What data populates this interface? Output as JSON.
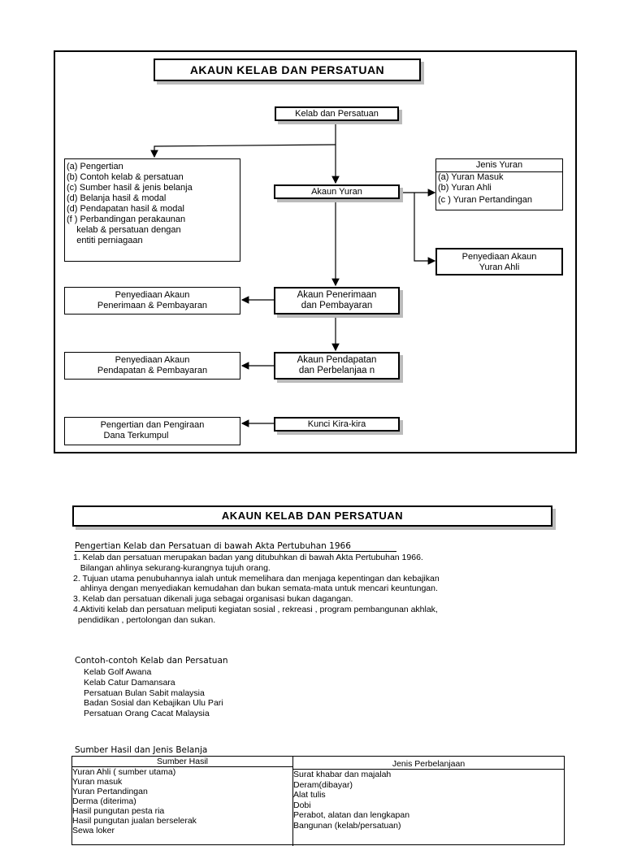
{
  "flowchart": {
    "title": "AKAUN KELAB DAN PERSATUAN",
    "kelab_dan_persatuan": "Kelab dan Persatuan",
    "topics": [
      "(a) Pengertian",
      "(b) Contoh kelab & persatuan",
      "(c) Sumber hasil & jenis belanja",
      "(d) Belanja hasil & modal",
      "(d) Pendapatan hasil & modal",
      "(f ) Perbandingan perakaunan",
      "    kelab & persatuan dengan",
      "    entiti perniagaan"
    ],
    "akaun_yuran": "Akaun Yuran",
    "jenis_yuran_header": "Jenis Yuran",
    "jenis_yuran_items": [
      "(a) Yuran Masuk",
      "(b) Yuran Ahli",
      "(c ) Yuran Pertandingan"
    ],
    "penyediaan_yuran_ahli": [
      "Penyediaan Akaun",
      "Yuran Ahli"
    ],
    "akaun_penerimaan": [
      "Akaun Penerimaan",
      "dan Pembayaran"
    ],
    "penyediaan_penerimaan": [
      "Penyediaan Akaun",
      "Penerimaan & Pembayaran"
    ],
    "akaun_pendapatan": [
      "Akaun Pendapatan",
      "dan Perbelanjaa n"
    ],
    "penyediaan_pendapatan": [
      "Penyediaan Akaun",
      "Pendapatan & Pembayaran"
    ],
    "kunci_kira_kira": "Kunci Kira-kira",
    "pengertian_dana": [
      "Pengertian dan Pengiraan",
      "Dana Terkumpul"
    ]
  },
  "page2": {
    "title": "AKAUN KELAB DAN PERSATUAN",
    "definition_heading": "Pengertian Kelab dan Persatuan di bawah Akta Pertubuhan 1966",
    "definition_lines": [
      "1. Kelab dan persatuan merupakan badan yang ditubuhkan di bawah Akta Pertubuhan 1966.",
      "   Bilangan ahlinya sekurang-kurangnya tujuh orang.",
      "2. Tujuan utama penubuhannya ialah untuk memelihara dan menjaga kepentingan dan kebajikan",
      "   ahlinya dengan menyediakan kemudahan dan bukan semata-mata untuk mencari keuntungan.",
      "3. Kelab dan persatuan dikenali juga sebagai organisasi bukan dagangan.",
      "4.Aktiviti kelab dan persatuan meliputi kegiatan sosial , rekreasi , program pembangunan akhlak,",
      "  pendidikan , pertolongan dan sukan."
    ],
    "examples_heading": "Contoh-contoh Kelab dan Persatuan",
    "examples": [
      "Kelab Golf Awana",
      "Kelab Catur Damansara",
      "Persatuan Bulan Sabit malaysia",
      "Badan Sosial dan Kebajikan Ulu Pari",
      "Persatuan Orang Cacat Malaysia"
    ],
    "table_heading": "Sumber Hasil dan Jenis Belanja",
    "table": {
      "headers": [
        "Sumber Hasil",
        "Jenis Perbelanjaan"
      ],
      "sumber_hasil": [
        "Yuran Ahli ( sumber utama)",
        "Yuran masuk",
        "Yuran Pertandingan",
        "Derma (diterima)",
        "Hasil pungutan pesta ria",
        "Hasil pungutan jualan berselerak",
        "Sewa loker"
      ],
      "jenis_perbelanjaan": [
        "Surat khabar dan majalah",
        "Deram(dibayar)",
        "Alat tulis",
        "Dobi",
        "Perabot, alatan dan lengkapan",
        "Bangunan (kelab/persatuan)"
      ]
    }
  }
}
